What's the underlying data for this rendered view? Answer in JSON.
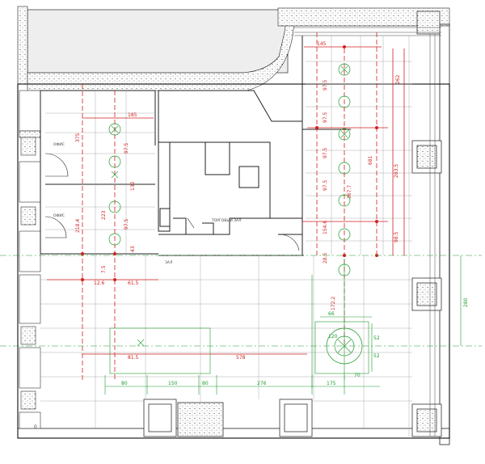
{
  "room_labels": [
    "ОФИС",
    "ОФИС",
    "ТОРГОВЫЙ ЗАЛ",
    "ЗАЛ"
  ],
  "dimensions_red": {
    "top_right_width": "145",
    "right_col_top": "262",
    "right_col_mid": "681",
    "right_col_low": "283.5",
    "right_col_bottom": "98.5",
    "right_inner_a": "97.5",
    "right_inner_b": "97.5",
    "right_inner_c": "97.5",
    "right_inner_d": "97.5",
    "right_inner_e": "367.7",
    "right_inner_f": "154.6",
    "right_inner_g": "28.5",
    "left_top_vertical": "375",
    "left_width_top": "185",
    "left_inner_a": "97.5",
    "left_inner_b": "130",
    "left_inner_c": "97.5",
    "left_inner_d": "223",
    "left_inner_e": "43",
    "left_outer": "218.4",
    "left_low_a": "7.5",
    "left_low_b": "12.6",
    "left_low_c": "61.5",
    "bottom_left_width": "81.5",
    "bottom_span": "578",
    "middle_small": "172.2"
  },
  "dimensions_green": {
    "b1": "80",
    "b2": "150",
    "b3": "80",
    "b4": "276",
    "b5": "175",
    "b6": "70",
    "r1": "66",
    "r2": "120",
    "r3": "52",
    "r4": "52",
    "side": "280"
  }
}
